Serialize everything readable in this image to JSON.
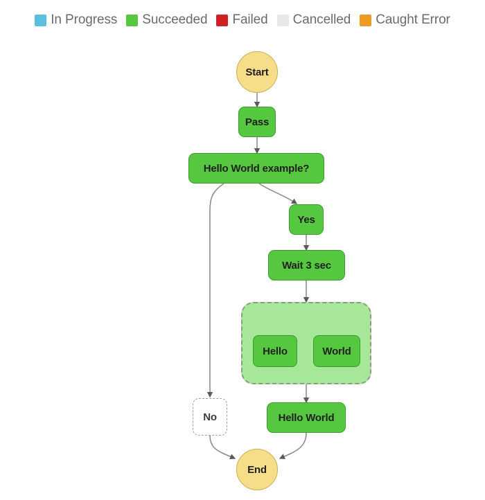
{
  "legend": {
    "items": [
      {
        "label": "In Progress",
        "color": "#5bc0e0",
        "swatch": "status-swatch-in-progress"
      },
      {
        "label": "Succeeded",
        "color": "#55c83f",
        "swatch": "status-swatch-succeeded"
      },
      {
        "label": "Failed",
        "color": "#cf2026",
        "swatch": "status-swatch-failed"
      },
      {
        "label": "Cancelled",
        "color": "#e8e8e8",
        "swatch": "status-swatch-cancelled"
      },
      {
        "label": "Caught Error",
        "color": "#ee9b26",
        "swatch": "status-swatch-caught-error"
      }
    ]
  },
  "graph": {
    "nodes": [
      {
        "id": "start",
        "label": "Start",
        "status": "Caught Error",
        "shape": "circle"
      },
      {
        "id": "pass",
        "label": "Pass",
        "status": "Succeeded",
        "shape": "rect"
      },
      {
        "id": "choice",
        "label": "Hello World example?",
        "status": "Succeeded",
        "shape": "rect"
      },
      {
        "id": "yes",
        "label": "Yes",
        "status": "Succeeded",
        "shape": "rect"
      },
      {
        "id": "wait",
        "label": "Wait 3 sec",
        "status": "Succeeded",
        "shape": "rect"
      },
      {
        "id": "parallel",
        "label": "",
        "status": "Succeeded",
        "shape": "group"
      },
      {
        "id": "hello",
        "label": "Hello",
        "status": "Succeeded",
        "shape": "rect"
      },
      {
        "id": "world",
        "label": "World",
        "status": "Succeeded",
        "shape": "rect"
      },
      {
        "id": "no",
        "label": "No",
        "status": "Cancelled",
        "shape": "rect"
      },
      {
        "id": "hello_world",
        "label": "Hello World",
        "status": "Succeeded",
        "shape": "rect"
      },
      {
        "id": "end",
        "label": "End",
        "status": "Caught Error",
        "shape": "circle"
      }
    ],
    "edges": [
      {
        "from": "start",
        "to": "pass"
      },
      {
        "from": "pass",
        "to": "choice"
      },
      {
        "from": "choice",
        "to": "yes"
      },
      {
        "from": "choice",
        "to": "no"
      },
      {
        "from": "yes",
        "to": "wait"
      },
      {
        "from": "wait",
        "to": "parallel"
      },
      {
        "from": "parallel",
        "to": "hello"
      },
      {
        "from": "parallel",
        "to": "world"
      },
      {
        "from": "parallel",
        "to": "hello_world"
      },
      {
        "from": "no",
        "to": "end"
      },
      {
        "from": "hello_world",
        "to": "end"
      }
    ]
  }
}
